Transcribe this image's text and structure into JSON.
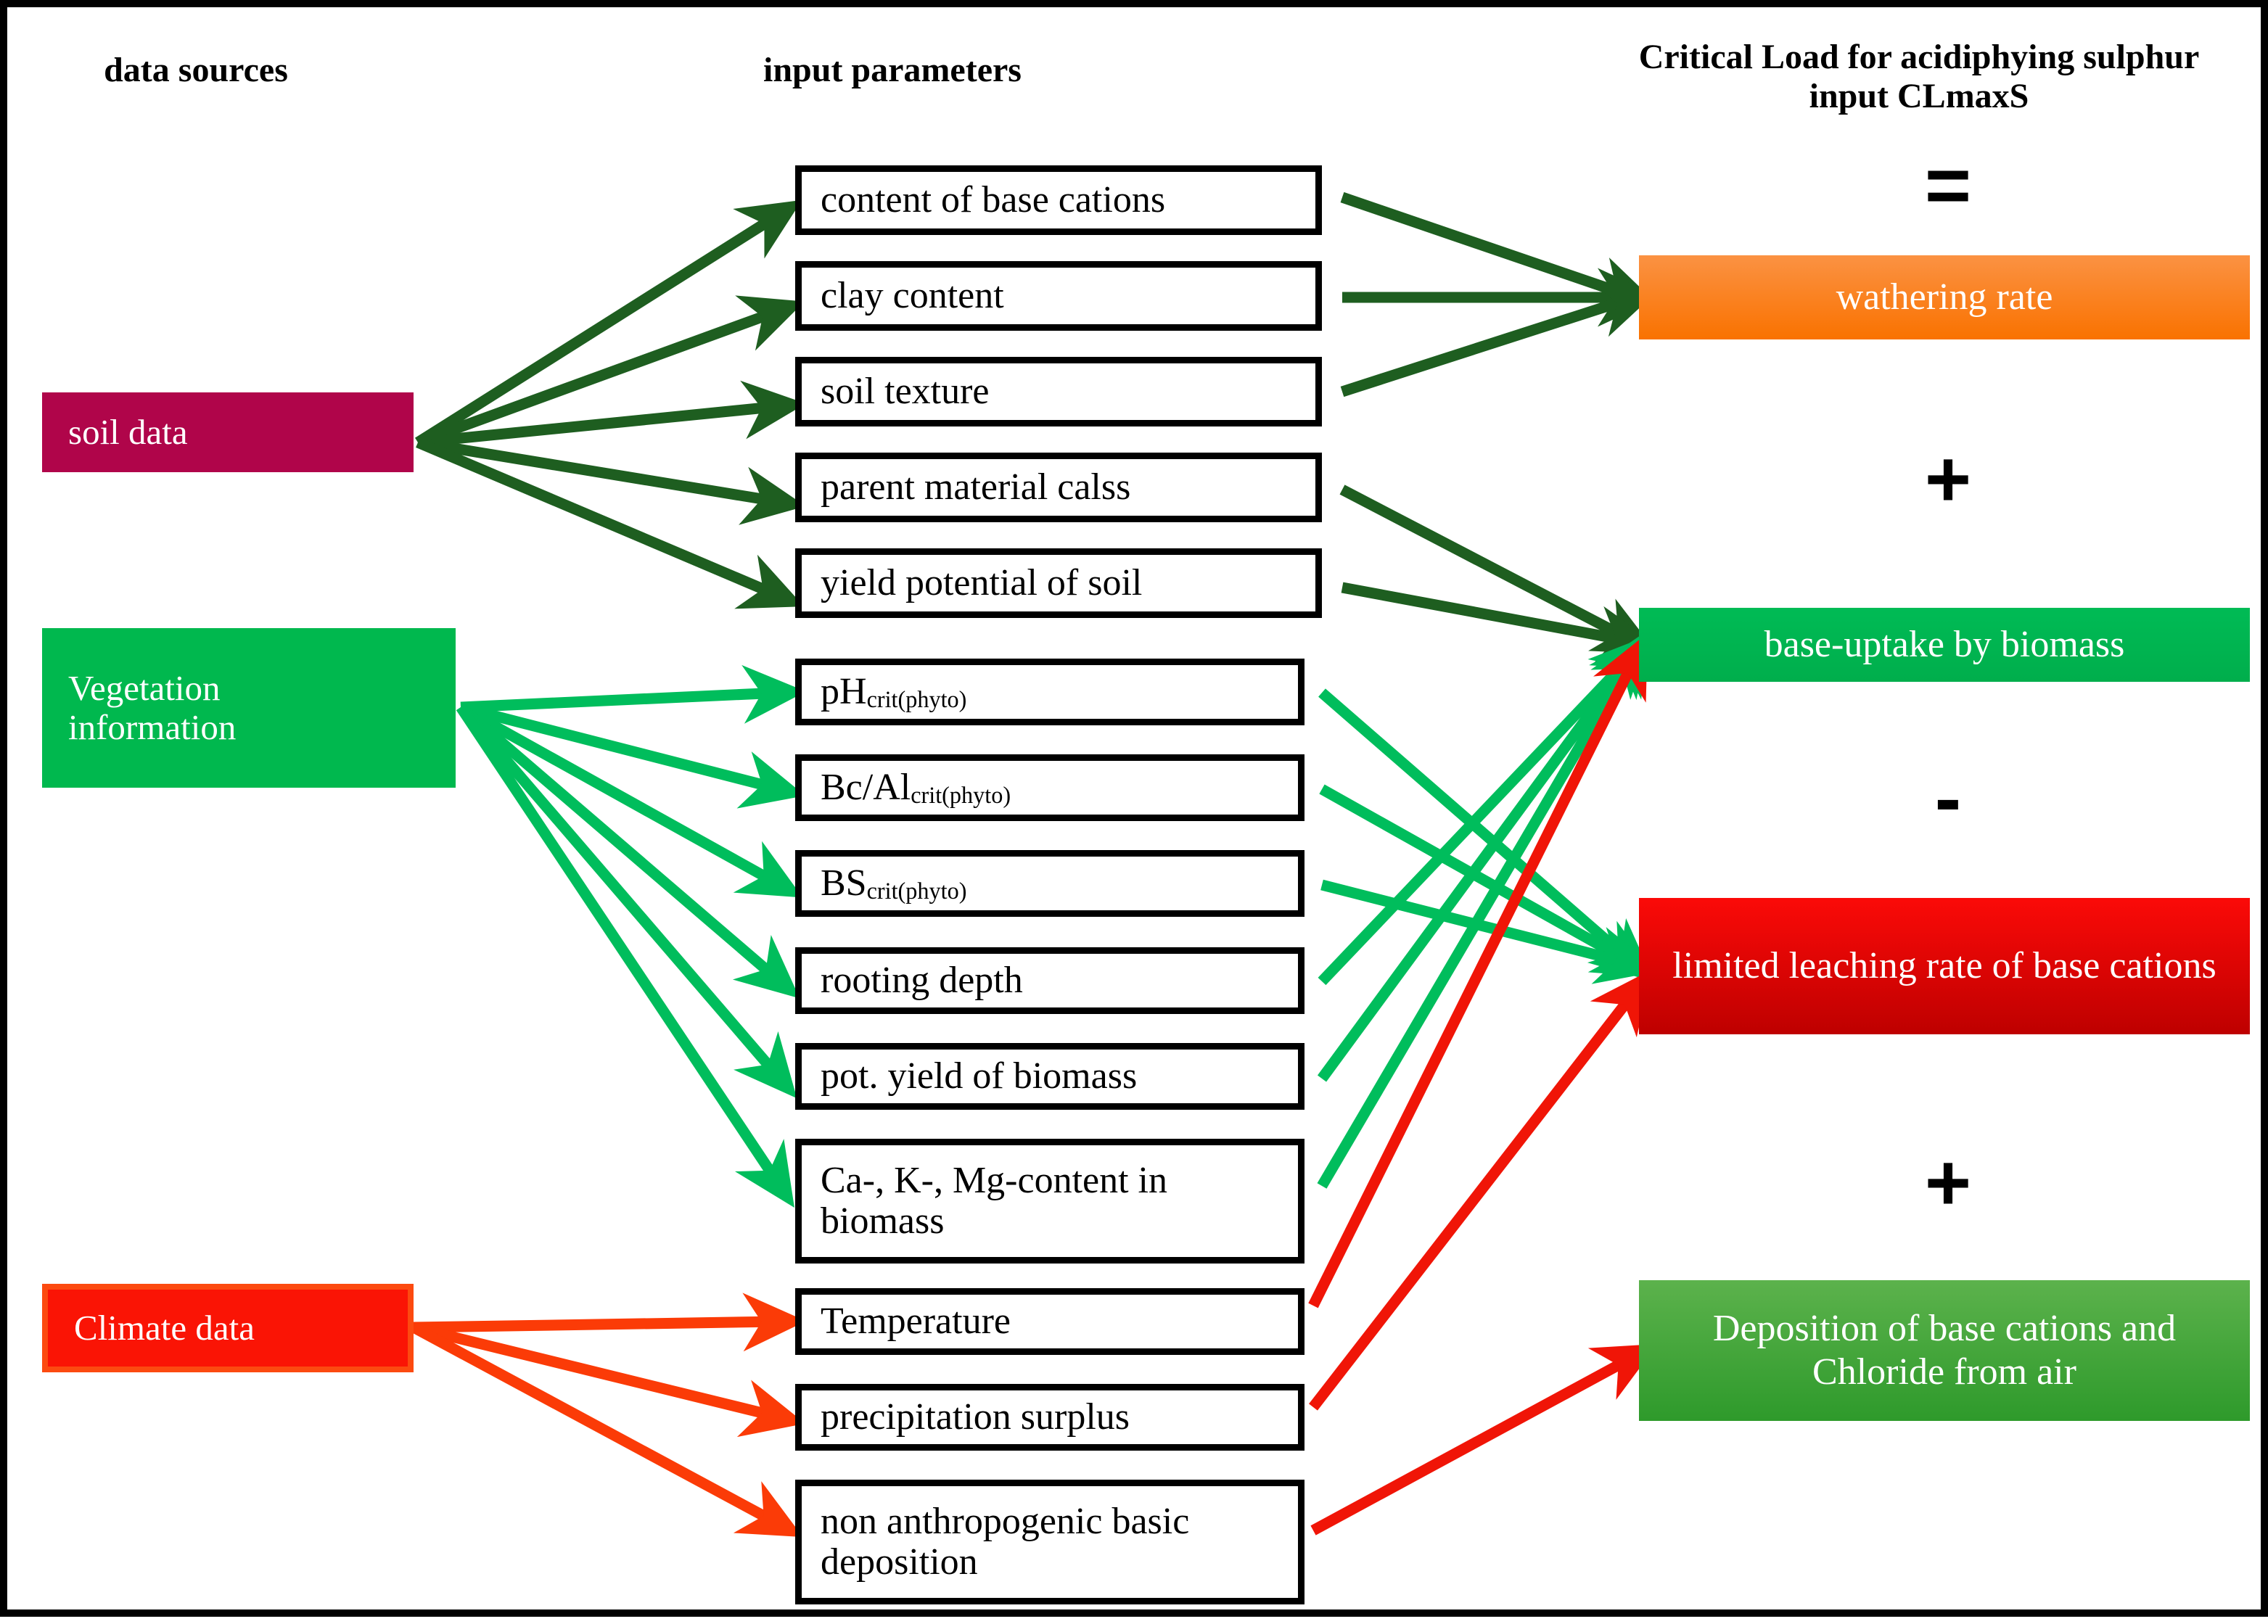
{
  "headers": {
    "left": "data sources",
    "middle": "input parameters",
    "right": "Critical Load for acidiphying sulphur input CLmaxS"
  },
  "data_sources": [
    {
      "label": "soil data",
      "color": "#B0054A",
      "text_color": "#ffffff"
    },
    {
      "label": "Vegetation information",
      "color": "#00B84E",
      "text_color": "#ffffff"
    },
    {
      "label": "Climate data",
      "color": "#FA1405",
      "border_color": "#FC4A10",
      "text_color": "#ffffff"
    }
  ],
  "input_parameters": [
    {
      "label": "content of base cations",
      "sub": ""
    },
    {
      "label": "clay content",
      "sub": ""
    },
    {
      "label": "soil texture",
      "sub": ""
    },
    {
      "label": "parent material calss",
      "sub": ""
    },
    {
      "label": "yield potential of soil",
      "sub": ""
    },
    {
      "label": "pH",
      "sub": "crit(phyto)"
    },
    {
      "label": "Bc/Al",
      "sub": "crit(phyto)"
    },
    {
      "label": "BS",
      "sub": "crit(phyto)"
    },
    {
      "label": "rooting depth",
      "sub": ""
    },
    {
      "label": "pot. yield of biomass",
      "sub": ""
    },
    {
      "label": "Ca-, K-, Mg-content in biomass",
      "sub": ""
    },
    {
      "label": "Temperature",
      "sub": ""
    },
    {
      "label": "precipitation surplus",
      "sub": ""
    },
    {
      "label": "non anthropogenic basic deposition",
      "sub": ""
    }
  ],
  "results": [
    {
      "label": "wathering rate",
      "color_from": "#FB9243",
      "color_to": "#F97200"
    },
    {
      "label": "base-uptake by biomass",
      "color_from": "#00BB55",
      "color_to": "#00B050"
    },
    {
      "label": "limited leaching rate of base cations",
      "color_from": "#FB0A08",
      "color_to": "#BE0000"
    },
    {
      "label": "Deposition of base cations and Chloride from air",
      "color_from": "#57AE49",
      "color_to": "#2E9A2B"
    }
  ],
  "operators": [
    {
      "symbol": "="
    },
    {
      "symbol": "+"
    },
    {
      "symbol": "-"
    },
    {
      "symbol": "+"
    }
  ],
  "arrow_colors": {
    "soil": "#1E5E20",
    "vegetation": "#00BD5C",
    "climate": "#FB3B07"
  }
}
